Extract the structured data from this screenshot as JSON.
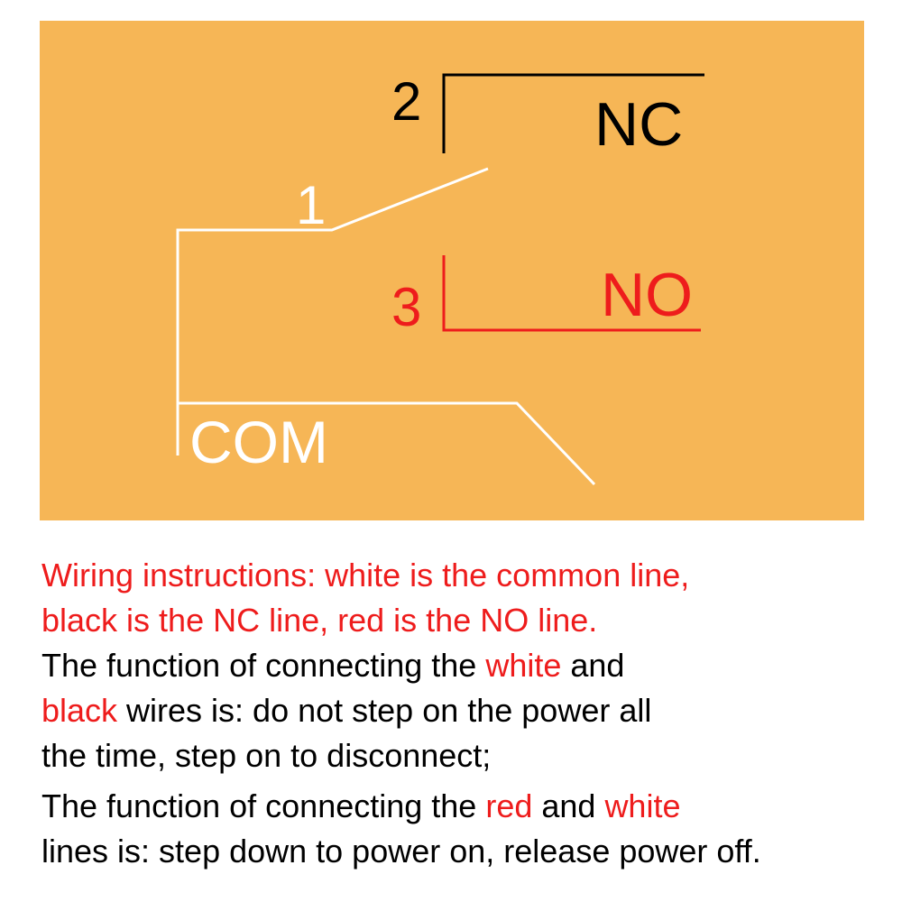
{
  "diagram": {
    "colors": {
      "panel": "#f6b656",
      "white": "#ffffff",
      "black": "#000000",
      "red": "#ee1c1c"
    },
    "labels": {
      "pin2": "2",
      "nc": "NC",
      "pin1": "1",
      "pin3": "3",
      "no": "NO",
      "com": "COM"
    }
  },
  "instructions": {
    "heading_line1": "Wiring instructions: white is the common line,",
    "heading_line2": "black is the NC line, red is the NO line.",
    "p1": {
      "l1_a": "The function of connecting the ",
      "l1_b": "white",
      "l1_c": " and",
      "l2_a": "black",
      "l2_b": " wires is: do not step on the power all",
      "l3": "the time, step on to disconnect;"
    },
    "p2": {
      "l1_a": "The function of connecting the ",
      "l1_b": "red",
      "l1_c": " and ",
      "l1_d": "white",
      "l2": "lines is: step down to power on, release power off."
    }
  }
}
